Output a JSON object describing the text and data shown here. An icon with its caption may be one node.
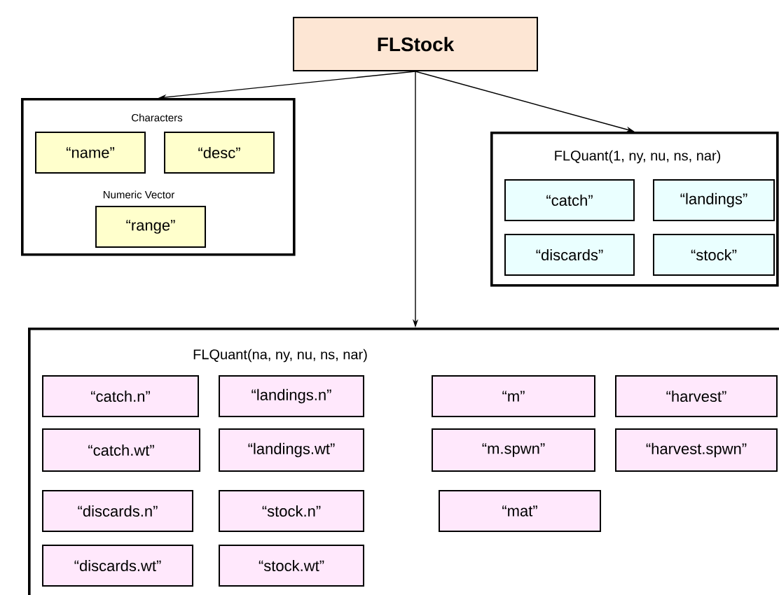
{
  "diagram": {
    "nodes": [
      {
        "text": [
          "FLStock"
        ]
      },
      {
        "text": [
          "Characters",
          "Numeric Vector"
        ]
      },
      {
        "text": [
          "“name”"
        ],
        "in": 1
      },
      {
        "text": [
          "“desc”"
        ],
        "in": 1
      },
      {
        "text": [
          "“range”"
        ],
        "in": 1
      },
      {
        "text": [
          "FLQuant(1, ny, nu, ns, nar)"
        ]
      },
      {
        "text": [
          "“catch”"
        ],
        "in": 5
      },
      {
        "text": [
          "“landings”"
        ],
        "in": 5
      },
      {
        "text": [
          "“discards”"
        ],
        "in": 5
      },
      {
        "text": [
          "“stock”"
        ],
        "in": 5
      },
      {
        "text": [
          "FLQuant(na, ny, nu, ns, nar)"
        ]
      },
      {
        "text": [
          "“catch.n”"
        ],
        "in": 10
      },
      {
        "text": [
          "“landings.n”"
        ],
        "in": 10
      },
      {
        "text": [
          "“m”"
        ],
        "in": 10
      },
      {
        "text": [
          "“harvest”"
        ],
        "in": 10
      },
      {
        "text": [
          "“catch.wt”"
        ],
        "in": 10
      },
      {
        "text": [
          "“landings.wt”"
        ],
        "in": 10
      },
      {
        "text": [
          "“m.spwn”"
        ],
        "in": 10
      },
      {
        "text": [
          "“harvest.spwn”"
        ],
        "in": 10
      },
      {
        "text": [
          "“discards.n”"
        ],
        "in": 10
      },
      {
        "text": [
          "“stock.n”"
        ],
        "in": 10
      },
      {
        "text": [
          "“mat”"
        ],
        "in": 10
      },
      {
        "text": [
          "“discards.wt”"
        ],
        "in": 10
      },
      {
        "text": [
          "“stock.wt”"
        ],
        "in": 10
      }
    ],
    "edges": [
      {
        "from": 0,
        "to": 1,
        "arrow": "to"
      },
      {
        "from": 0,
        "to": 5,
        "arrow": "to"
      },
      {
        "from": 0,
        "to": 10,
        "arrow": "to"
      }
    ]
  }
}
